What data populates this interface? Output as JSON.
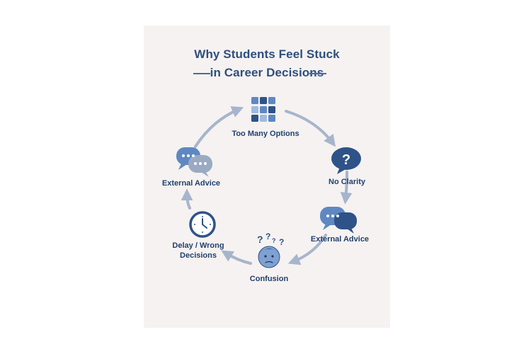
{
  "title": {
    "line1": "Why Students Feel Stuck",
    "line2": "in Career Decisions"
  },
  "cycle": [
    {
      "id": "options",
      "label": "Too Many Options",
      "icon": "grid-icon"
    },
    {
      "id": "clarity",
      "label": "No Clarity",
      "icon": "question-bubble-icon"
    },
    {
      "id": "advice-right",
      "label": "External Advice",
      "icon": "chat-bubbles-icon"
    },
    {
      "id": "confusion",
      "label": "Confusion",
      "icon": "confused-face-icon"
    },
    {
      "id": "delay",
      "label_line1": "Delay / Wrong",
      "label_line2": "Decisions",
      "icon": "clock-icon"
    },
    {
      "id": "advice-left",
      "label": "External Advice",
      "icon": "chat-bubbles-icon"
    }
  ],
  "colors": {
    "title": "#2e4f7e",
    "label": "#23416d",
    "arrow": "#a6b5cc",
    "icon_dark": "#2f5288",
    "icon_mid": "#5f88c2",
    "icon_light": "#9fbbe0",
    "background": "#f6f2f1"
  }
}
